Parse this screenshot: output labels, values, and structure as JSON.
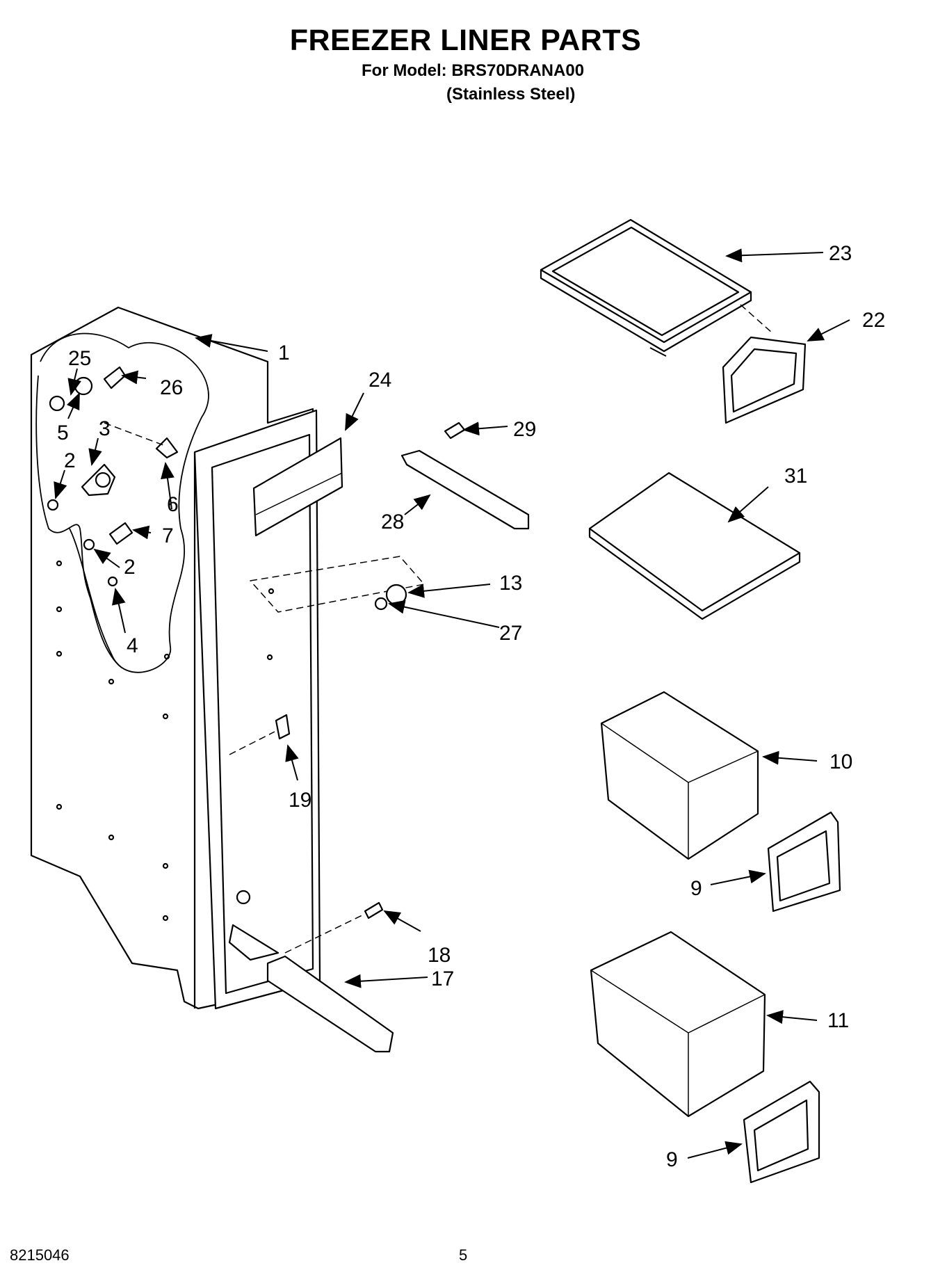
{
  "header": {
    "title": "FREEZER LINER PARTS",
    "model_line": "For Model: BRS70DRANA00",
    "model_variant": "(Stainless Steel)"
  },
  "footer": {
    "doc_number": "8215046",
    "page_number": "5"
  },
  "callouts": {
    "c1": "1",
    "c2a": "2",
    "c2b": "2",
    "c3": "3",
    "c4": "4",
    "c5": "5",
    "c6": "6",
    "c7": "7",
    "c9a": "9",
    "c9b": "9",
    "c10": "10",
    "c11": "11",
    "c13": "13",
    "c17": "17",
    "c18": "18",
    "c19": "19",
    "c22": "22",
    "c23": "23",
    "c24": "24",
    "c25": "25",
    "c26": "26",
    "c27": "27",
    "c28": "28",
    "c29": "29",
    "c31": "31"
  }
}
